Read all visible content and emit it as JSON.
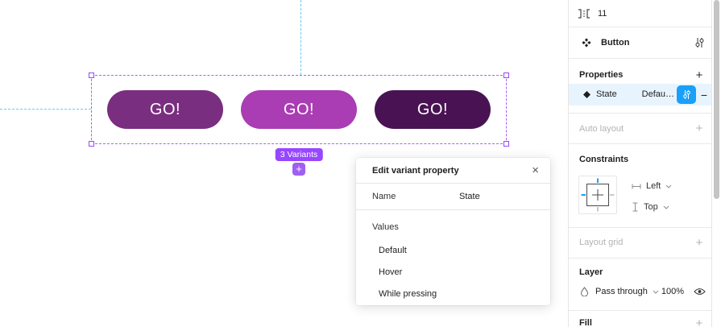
{
  "colors": {
    "accent_blue": "#18a0fb",
    "component_purple": "#9747ff",
    "guide_blue": "#74c6f3",
    "state_row_highlight": "#e8f4fd",
    "button_default_fill": "#7a2e80",
    "button_hover_fill": "#aa3db3",
    "button_pressing_fill": "#491353"
  },
  "canvas": {
    "variants_badge": "3 Variants",
    "add_variant_label": "+",
    "buttons": [
      {
        "label": "GO!"
      },
      {
        "label": "GO!"
      },
      {
        "label": "GO!"
      }
    ]
  },
  "dialog": {
    "title": "Edit variant property",
    "close_icon": "×",
    "name_label": "Name",
    "name_value": "State",
    "values_label": "Values",
    "values": [
      "Default",
      "Hover",
      "While pressing"
    ]
  },
  "inspector": {
    "item_spacing_value": "11",
    "component_name": "Button",
    "properties_label": "Properties",
    "add_label": "+",
    "state_property": {
      "name": "State",
      "value": "Defau…",
      "remove_icon": "−"
    },
    "auto_layout_label": "Auto layout",
    "constraints_label": "Constraints",
    "horizontal_constraint_value": "Left",
    "vertical_constraint_value": "Top",
    "layout_grid_label": "Layout grid",
    "layer_label": "Layer",
    "blend_mode_value": "Pass through",
    "opacity_value": "100%",
    "fill_label": "Fill"
  }
}
